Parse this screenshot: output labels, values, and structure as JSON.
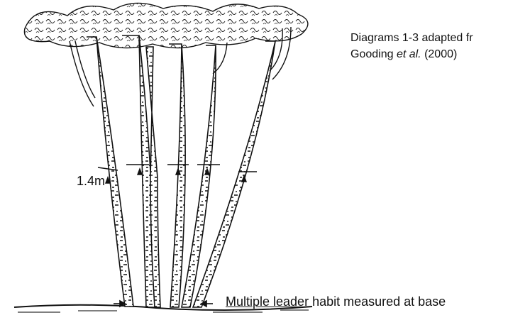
{
  "credit": {
    "line1": "Diagrams 1-3 adapted fr",
    "line2_prefix": "Gooding ",
    "line2_italic": "et al.",
    "line2_suffix": " (2000)"
  },
  "height_label": "1.4m",
  "caption": {
    "underlined": "Multiple leader",
    "rest": " habit measured at base"
  }
}
